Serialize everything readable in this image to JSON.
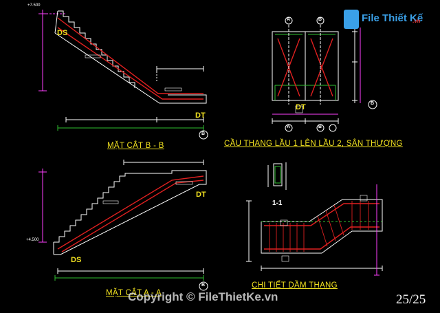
{
  "logo": {
    "name": "File Thiết Kế",
    "domain": ".vn",
    "icon": "file-icon"
  },
  "drawings": {
    "section_bb": {
      "title": "MẶT CẮT B - B",
      "start_label": "DS",
      "end_label": "DT",
      "elevation": "+7.500",
      "axis": "B"
    },
    "section_aa": {
      "title": "MẶT CẮT A - A",
      "start_label": "DS",
      "end_label": "DT",
      "elevation": "+4.500",
      "axis": "B"
    },
    "plan": {
      "title": "CẦU THANG LẦU 1 LÊN LẦU 2, SÂN THƯỢNG",
      "label": "DT",
      "axis_a": "A",
      "axis_b": "B",
      "axis_grid": "B"
    },
    "detail": {
      "title": "CHI TIẾT DẦM THANG",
      "section_label": "1-1"
    }
  },
  "page_number": "25/25",
  "watermark": "Copyright © FileThietKe.vn",
  "colors": {
    "background": "#000000",
    "line_white": "#ffffff",
    "line_red": "#e02020",
    "line_magenta": "#ff40ff",
    "line_green": "#30c030",
    "text_yellow": "#f0e020",
    "text_white": "#ffffff",
    "brand_blue": "#3aa0e8"
  }
}
